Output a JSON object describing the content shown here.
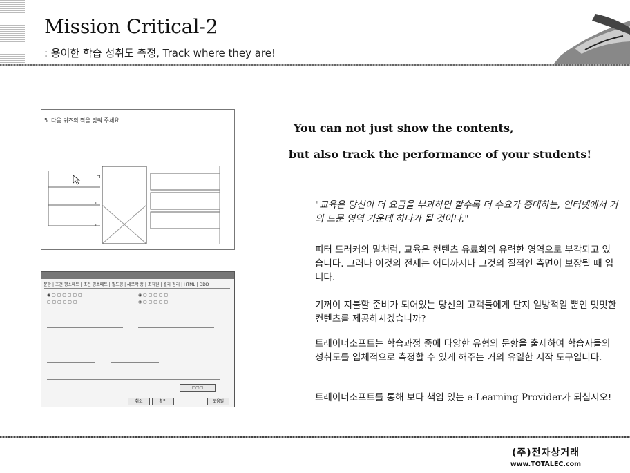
{
  "header": {
    "title": "Mission Critical-2",
    "subtitle": ": 용이한 학습 성취도 측정, Track where they are!"
  },
  "screenshot1": {
    "caption": "5. 다음 퀴즈의 짝을 맞춰 주세요"
  },
  "screenshot2": {
    "menu": "문항 | 조건 평소페트 | 조건 평소페트 | 필드형 | 새로학 중 | 조직원 | 결과 정리 | HTML | DDD |",
    "buttons": [
      "취소",
      "확인",
      "도움말"
    ]
  },
  "headline": {
    "line1": "You can not just show the contents,",
    "line2": "but also track the performance of your students!"
  },
  "paragraphs": {
    "quote": "\"교육은 당신이 더 요금을 부과하면 할수록 더 수요가 증대하는, 인터넷에서 거의 드문 영역 가운데 하나가 될 것이다.\"",
    "p1": "피터 드러커의 말처럼, 교육은 컨텐츠 유료화의 유력한 영역으로 부각되고 있습니다. 그러나 이것의 전제는 어디까지나 그것의 질적인 측면이 보장될 때 입니다.",
    "p2": "기꺼이 지불할 준비가 되어있는 당신의 고객들에게 단지 일방적일 뿐인 밋밋한 컨텐츠를 제공하시겠습니까?",
    "p3": "트레이너소프트는 학습과정 중에 다양한 유형의 문항을 출제하여 학습자들의 성취도를 입체적으로 측정할 수 있게 해주는 거의 유일한 저작 도구입니다.",
    "p4_pre": "트레이너소프트를 통해 보다 책임 있는 ",
    "p4_latin": "e-Learning Provider",
    "p4_post": "가 되십시오!"
  },
  "footer": {
    "company": "(주)전자상거래",
    "url": "www.TOTALEC.com"
  }
}
